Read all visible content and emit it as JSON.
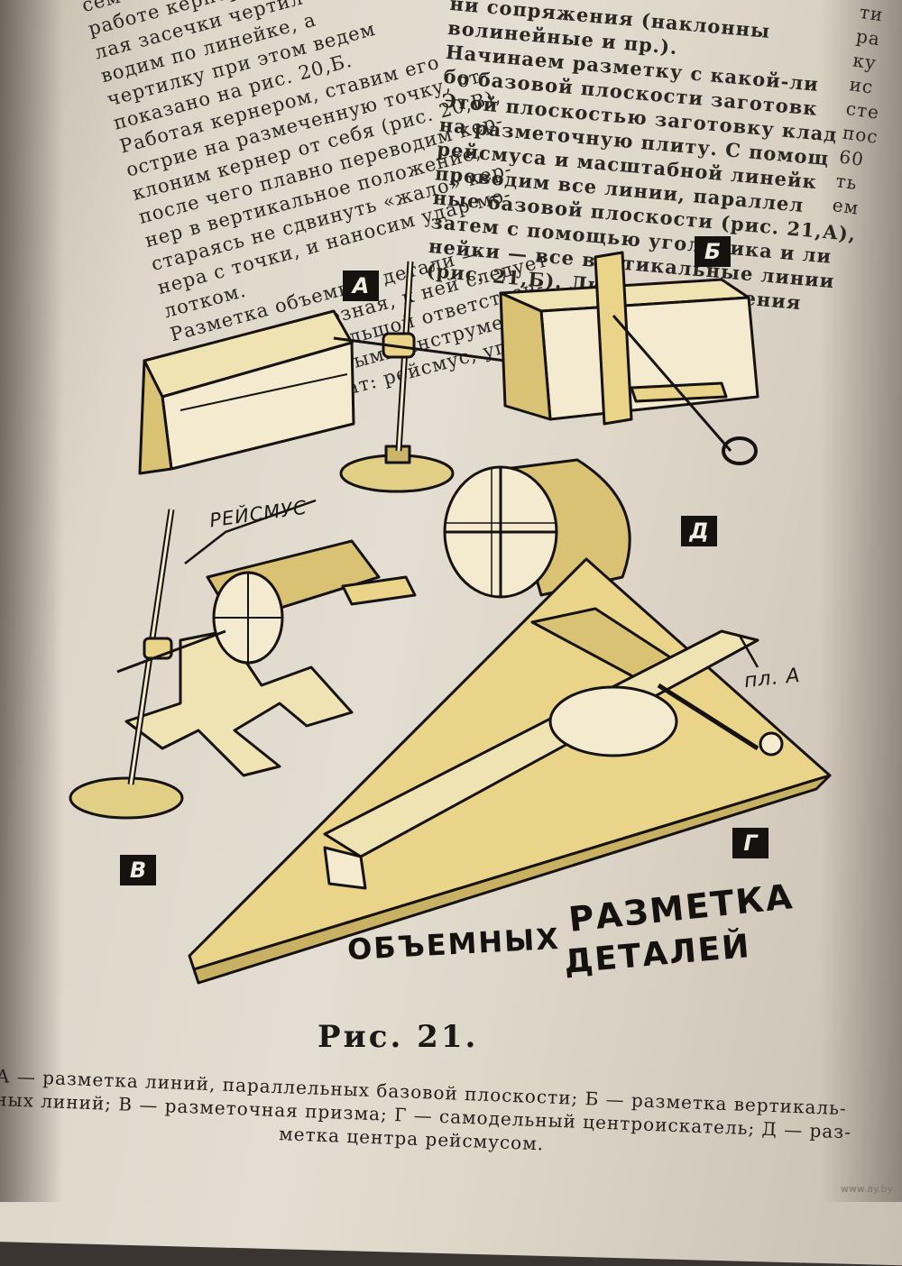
{
  "left_column": [
    "сем Нескол",
    "работе кернер",
    "лая засечки чертил",
    "водим по линейке, а",
    "чертилку при этом ведем",
    "показано на рис. 20,Б.",
    "Работая кернером, ставим его",
    "острие на размеченную точку, от-",
    "клоним кернер от себя (рис. 20,В),",
    "после чего плавно переводим кер-",
    "нер в вертикальное положение,",
    "стараясь не сдвинуть «жало» кер-",
    "нера с точки, и наносим удар мо-",
    "лотком.",
    "Разметка объемной детали —",
    "операция серьезная, к ней следует",
    "относиться с большой ответствен-",
    "ностью. Основными инструмент-",
    "ми здесь служат: рейсмус, уголь-"
  ],
  "mid_column": [
    "ни сопряжения (наклонны",
    "волинейные и пр.).",
    "Начинаем разметку с какой-ли",
    "бо базовой плоскости заготовк",
    "Этой плоскостью заготовку клад",
    "на разметочную плиту. С помощ",
    "рейсмуса и масштабной линейк",
    "проводим все линии, параллел",
    "ные базовой плоскости (рис. 21,А),",
    "затем с помощью угольника и ли",
    "нейки — все вертикальные линии",
    "(рис. 21,Б). Линии сопряжения"
  ],
  "right_column": [
    "ти",
    "ра",
    "ку",
    "ис",
    "сте",
    "пос",
    "60",
    "ть",
    "ем"
  ],
  "figure": {
    "labels": {
      "a": "А",
      "b": "Б",
      "v": "В",
      "g": "Г",
      "d": "Д"
    },
    "callout_reismus": "РЕЙСМУС",
    "callout_pl_a": "пл. А",
    "title_line1": "РАЗМЕТКА",
    "title_line2a": "ОБЪЕМНЫХ",
    "title_line2b": "ДЕТАЛЕЙ",
    "accent_color": "#e9d48a",
    "ink_color": "#15120f"
  },
  "caption": {
    "title": "Рис. 21.",
    "line1": "А — разметка линий, параллельных базовой плоскости; Б — разметка вертикаль-",
    "line2": "ных линий; В — разметочная призма; Г — самодельный центроискатель; Д — раз-",
    "line3": "метка центра рейсмусом."
  },
  "watermark": "www.ay.by"
}
